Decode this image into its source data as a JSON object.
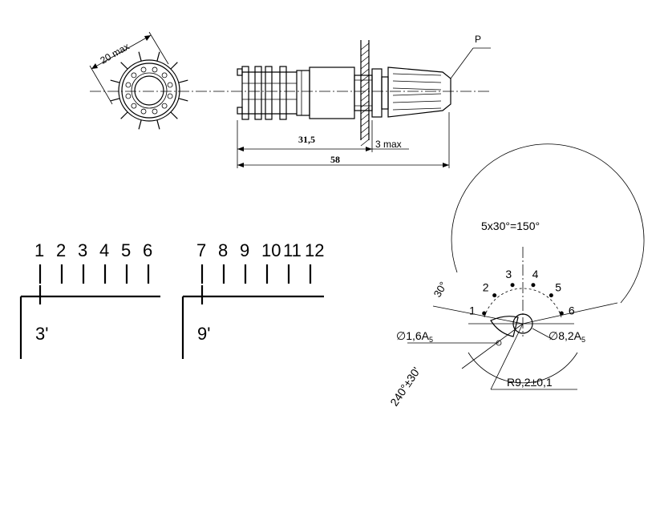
{
  "drawing": {
    "dimensions": {
      "front_width": "20 max",
      "body_length": "31,5",
      "panel_max": "3 max",
      "overall_length": "58",
      "knob_label": "P"
    },
    "contacts": {
      "group1": {
        "numbers": [
          "1",
          "2",
          "3",
          "4",
          "5",
          "6"
        ],
        "common_label": "3'"
      },
      "group2": {
        "numbers": [
          "7",
          "8",
          "9",
          "10",
          "11",
          "12"
        ],
        "common_label": "9'"
      }
    },
    "drill_template": {
      "span_label": "5x30°=150°",
      "step_label": "30°",
      "positions": [
        "1",
        "2",
        "3",
        "4",
        "5",
        "6"
      ],
      "small_hole_label": "∅1,6A",
      "small_hole_sub": "5",
      "center_hole_label": "∅8,2A",
      "center_hole_sub": "5",
      "radius_label": "R9,2±0,1",
      "rotation_label": "240°±30'"
    }
  }
}
